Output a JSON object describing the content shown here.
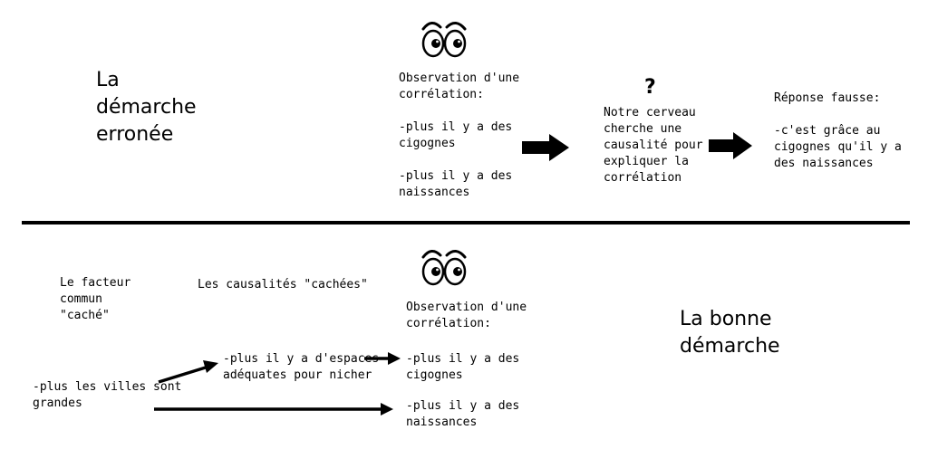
{
  "top": {
    "title": [
      "La",
      "démarche",
      "erronée"
    ],
    "observation_heading": [
      "Observation d'une",
      "corrélation:"
    ],
    "obs_line1": [
      "-plus il y a des",
      "cigognes"
    ],
    "obs_line2": [
      "-plus il y a des",
      "naissances"
    ],
    "question_mark": "?",
    "brain_text": [
      "Notre cerveau",
      "cherche une",
      "causalité pour",
      "expliquer la",
      "corrélation"
    ],
    "wrong_heading": "Réponse fausse:",
    "wrong_answer": [
      "-c'est grâce au",
      "cigognes qu'il y a",
      "des naissances"
    ]
  },
  "bottom": {
    "title": [
      "La bonne",
      "démarche"
    ],
    "factor_heading": [
      "Le facteur",
      "commun",
      "\"caché\""
    ],
    "causes_heading": "Les causalités \"cachées\"",
    "observation_heading": [
      "Observation d'une",
      "corrélation:"
    ],
    "cause_text": [
      "-plus les villes sont",
      "grandes"
    ],
    "middle_text": [
      "-plus il y a d'espaces",
      "adéquates pour nicher"
    ],
    "effect1": [
      "-plus il y a des",
      "cigognes"
    ],
    "effect2": [
      "-plus il y a des",
      "naissances"
    ]
  },
  "icons": {
    "eyes_top": "eyes-icon",
    "eyes_bottom": "eyes-icon",
    "arrows": "arrow-right-icon"
  }
}
